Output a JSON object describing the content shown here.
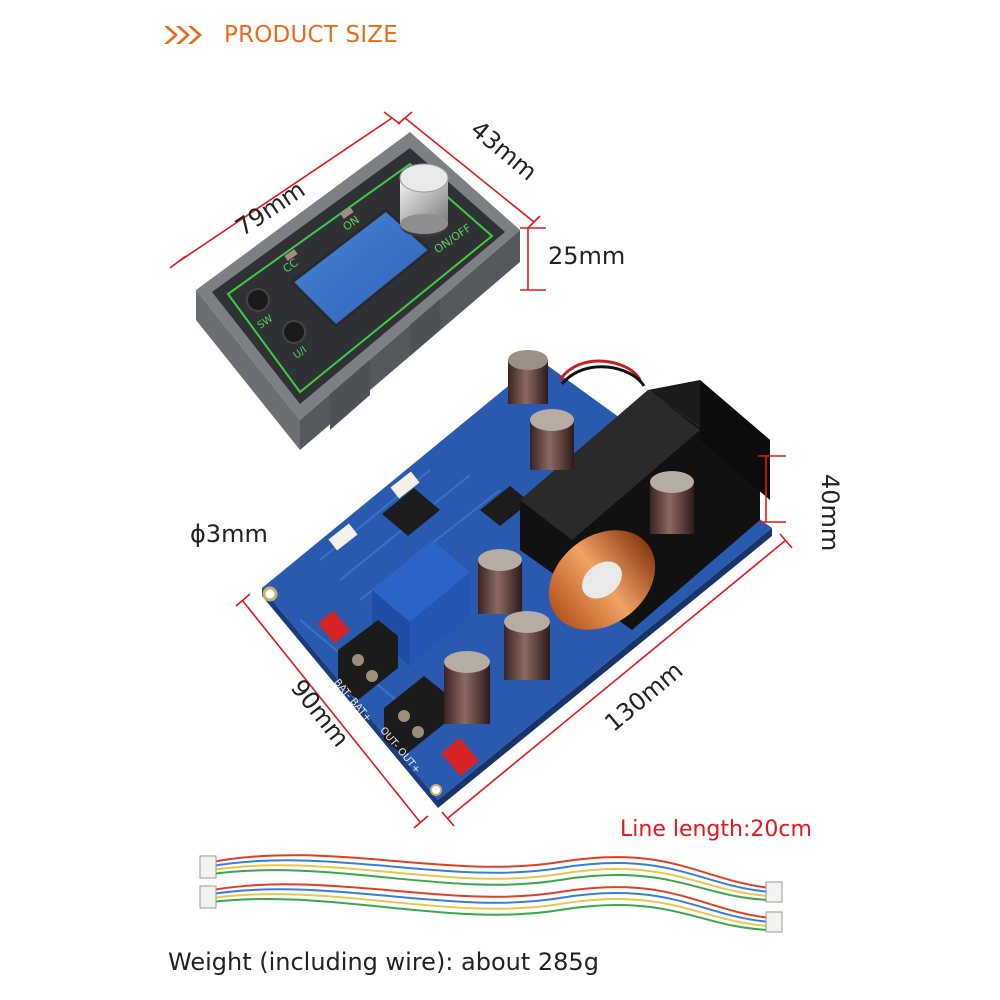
{
  "header": {
    "title": "PRODUCT SIZE",
    "accent_color": "#e86c1c",
    "icon": "triple-chevron-right-icon"
  },
  "display_module": {
    "width_label": "79mm",
    "depth_label": "43mm",
    "height_label": "25mm",
    "screen_labels": {
      "cc": "CC",
      "on": "ON",
      "onoff": "ON/OFF",
      "sw": "SW",
      "ui": "U/I"
    }
  },
  "main_board": {
    "hole_label": "ϕ3mm",
    "height_label": "40mm",
    "width_label": "90mm",
    "length_label": "130mm",
    "terminal_labels": {
      "bat": "BAT- BAT+",
      "out": "OUT- OUT+"
    }
  },
  "cable": {
    "line_length": "Line length:20cm",
    "label_color": "#e8151b"
  },
  "weight_text": "Weight (including wire): about 285g",
  "dimension_color": "#e3161c"
}
